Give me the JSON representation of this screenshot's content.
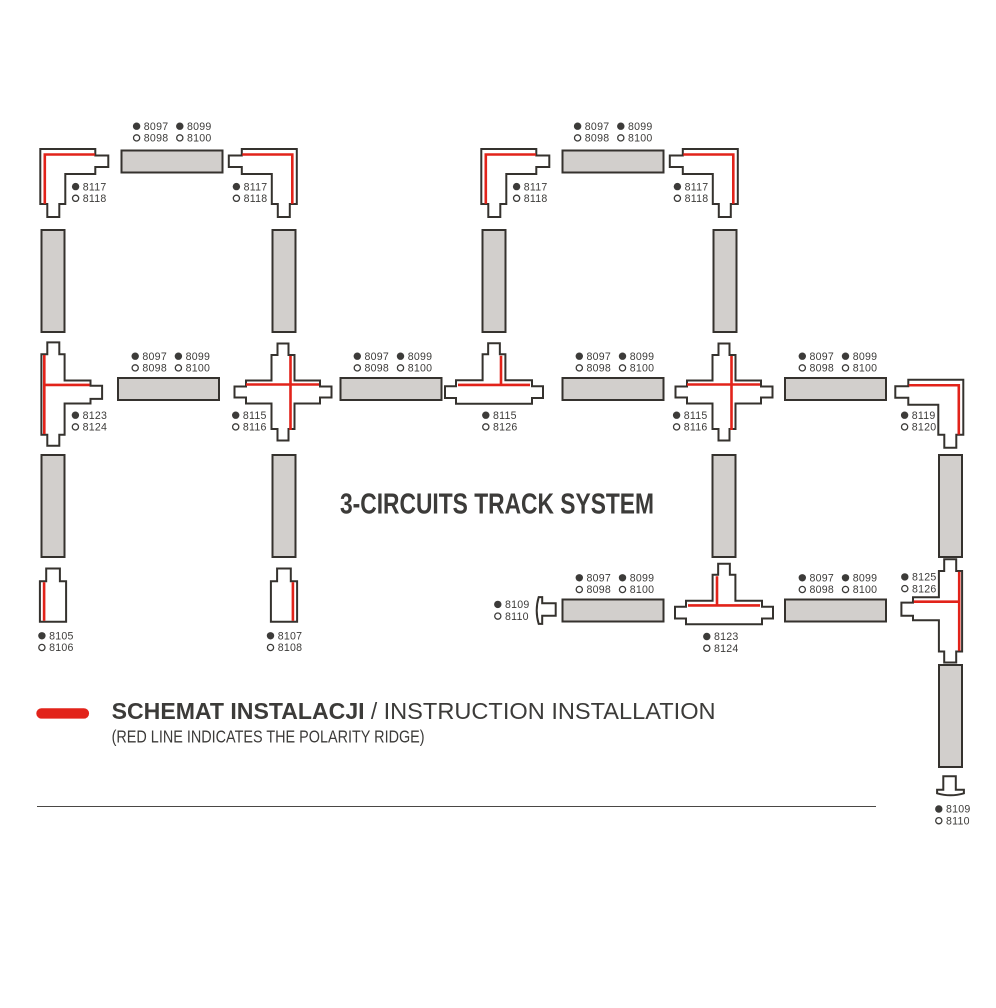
{
  "title": "3-CIRCUITS TRACK SYSTEM",
  "legend": {
    "heading_bold": "SCHEMAT INSTALACJI",
    "heading_separator": " / ",
    "heading_regular": "INSTRUCTION INSTALLATION",
    "note": "(RED LINE INDICATES THE POLARITY RIDGE)"
  },
  "colors": {
    "outline": "#35322e",
    "red": "#e2231a",
    "track_fill": "#d2cfcc",
    "text": "#3c3b39"
  },
  "parts": {
    "straight_track": {
      "kind": "straight track",
      "codes": [
        "8097",
        "8098",
        "8099",
        "8100"
      ]
    },
    "corner_8117": {
      "kind": "L-connector",
      "codes": [
        "8117",
        "8118"
      ]
    },
    "corner_8119": {
      "kind": "L-connector",
      "codes": [
        "8119",
        "8120"
      ]
    },
    "cross_8115": {
      "kind": "X-connector",
      "codes": [
        "8115",
        "8116"
      ]
    },
    "t_8115": {
      "kind": "T-connector",
      "codes": [
        "8115",
        "8126"
      ]
    },
    "t_8123": {
      "kind": "T-connector",
      "codes": [
        "8123",
        "8124"
      ]
    },
    "t_8125": {
      "kind": "T-connector",
      "codes": [
        "8125",
        "8126"
      ]
    },
    "endcap_8105": {
      "kind": "end cap",
      "codes": [
        "8105",
        "8106"
      ]
    },
    "endcap_8107": {
      "kind": "end cap",
      "codes": [
        "8107",
        "8108"
      ]
    },
    "feed_8109": {
      "kind": "power feed",
      "codes": [
        "8109",
        "8110"
      ]
    }
  }
}
